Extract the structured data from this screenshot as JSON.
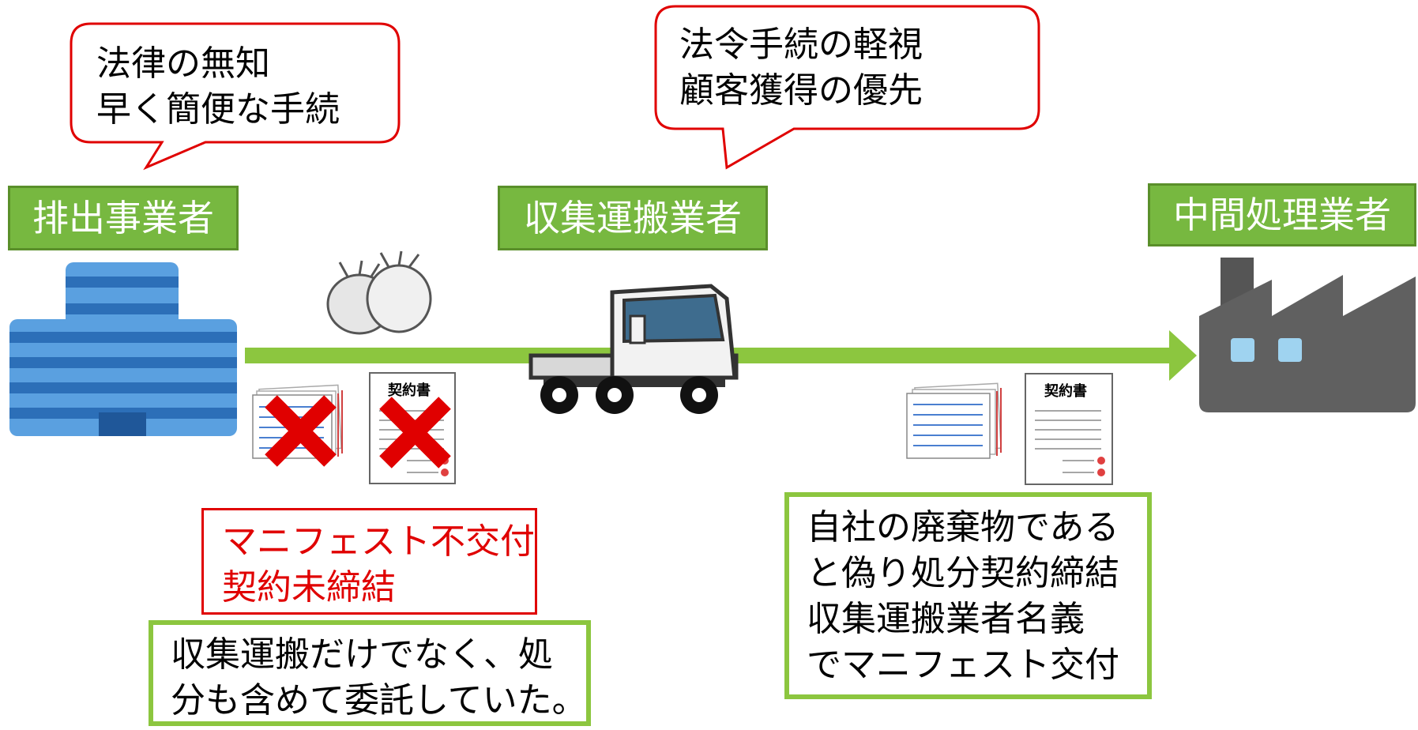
{
  "actors": {
    "discharger": "排出事業者",
    "collector": "収集運搬業者",
    "processor": "中間処理業者"
  },
  "bubbles": {
    "discharger": [
      "法律の無知",
      "早く簡便な手続"
    ],
    "collector": [
      "法令手続の軽視",
      "顧客獲得の優先"
    ]
  },
  "documents": {
    "contract_title": "契約書"
  },
  "notes": {
    "red": [
      "マニフェスト不交付",
      "契約未締結"
    ],
    "left": [
      "収集運搬だけでなく、処",
      "分も含めて委託していた。"
    ],
    "right": [
      "自社の廃棄物である",
      "と偽り処分契約締結",
      "収集運搬業者名義",
      "でマニフェスト交付"
    ]
  },
  "colors": {
    "green_label": "#77b840",
    "flow_arrow": "#8cc63f",
    "bubble_border": "#e00000",
    "cross": "#e00000",
    "building": "#5aa0e0",
    "factory": "#555555"
  }
}
